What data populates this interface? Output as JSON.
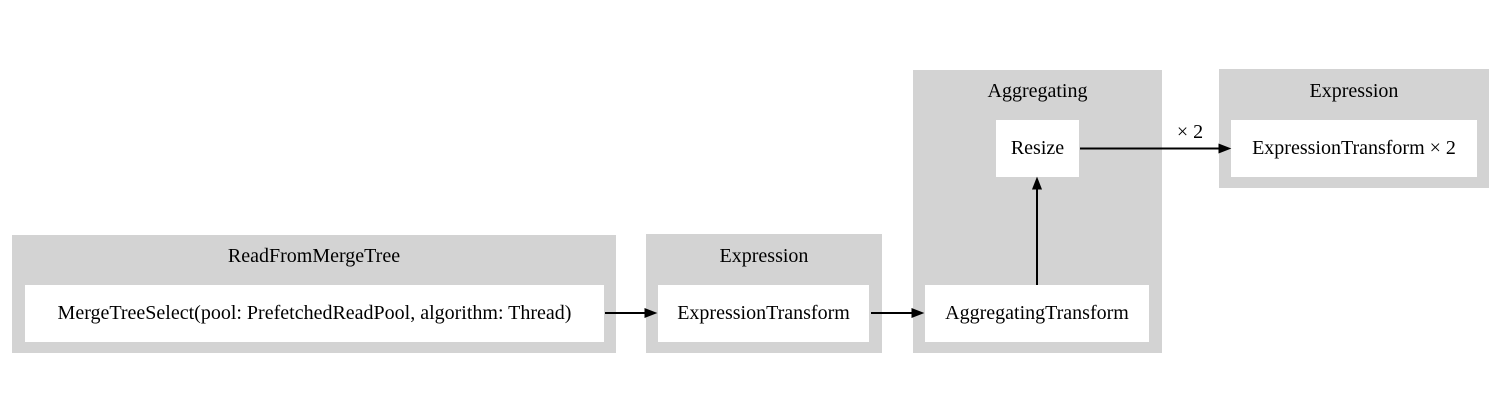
{
  "diagram": {
    "type": "pipeline-graph",
    "background_color": "#ffffff",
    "cluster_fill_color": "#d3d3d3",
    "node_fill_color": "#ffffff",
    "edge_color": "#000000",
    "text_color": "#000000",
    "clusters": [
      {
        "id": "readfrommergetree",
        "label": "ReadFromMergeTree",
        "nodes": [
          {
            "id": "mergetreeselect",
            "label": "MergeTreeSelect(pool: PrefetchedReadPool, algorithm: Thread)"
          }
        ]
      },
      {
        "id": "expression-1",
        "label": "Expression",
        "nodes": [
          {
            "id": "expressiontransform",
            "label": "ExpressionTransform"
          }
        ]
      },
      {
        "id": "aggregating",
        "label": "Aggregating",
        "nodes": [
          {
            "id": "resize",
            "label": "Resize"
          },
          {
            "id": "aggregatingtransform",
            "label": "AggregatingTransform"
          }
        ]
      },
      {
        "id": "expression-2",
        "label": "Expression",
        "nodes": [
          {
            "id": "expressiontransform-x2",
            "label": "ExpressionTransform × 2"
          }
        ]
      }
    ],
    "edges": [
      {
        "from": "mergetreeselect",
        "to": "expressiontransform",
        "label": ""
      },
      {
        "from": "expressiontransform",
        "to": "aggregatingtransform",
        "label": ""
      },
      {
        "from": "aggregatingtransform",
        "to": "resize",
        "label": ""
      },
      {
        "from": "resize",
        "to": "expressiontransform-x2",
        "label": "× 2"
      }
    ]
  }
}
